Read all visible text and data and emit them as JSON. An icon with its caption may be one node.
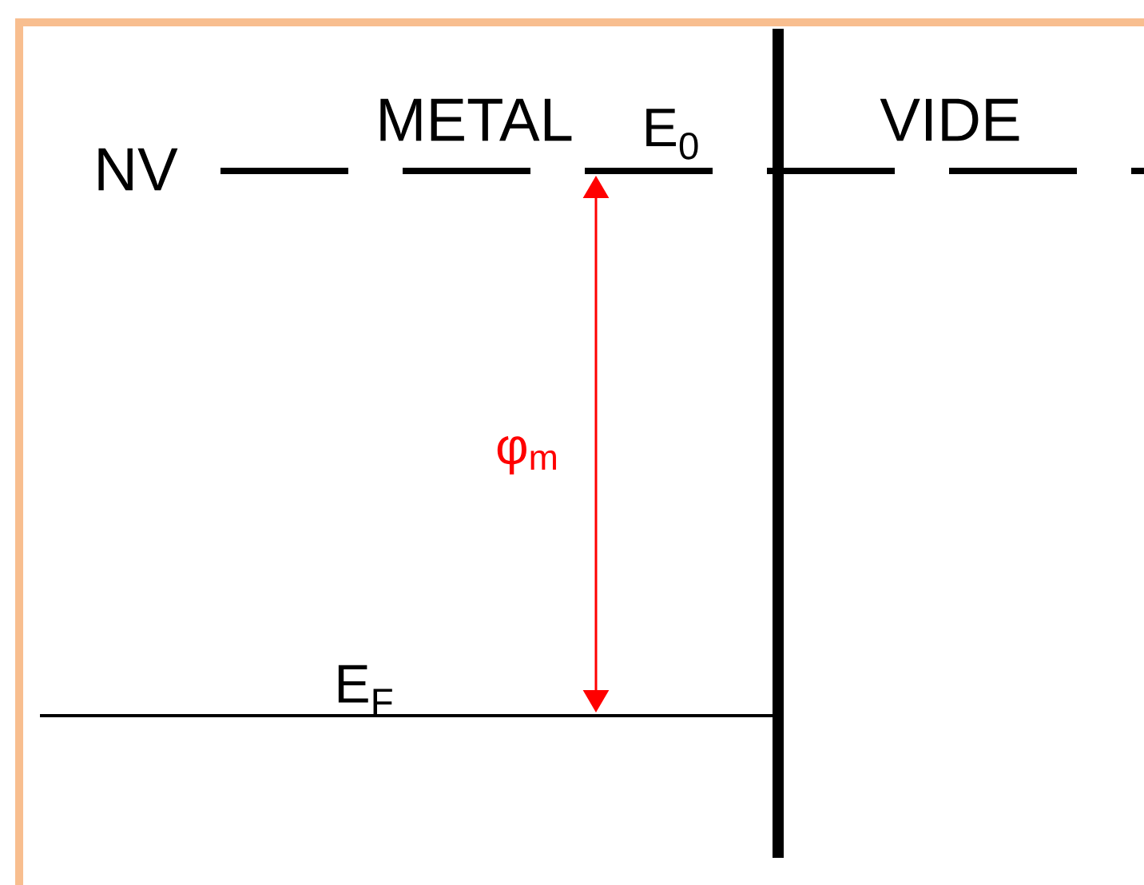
{
  "diagram": {
    "labels": [
      "METAL",
      "E$_{0}$",
      "VIDE",
      "NV",
      "φ$_{m}$",
      "E$_{F}$"
    ]
  }
}
